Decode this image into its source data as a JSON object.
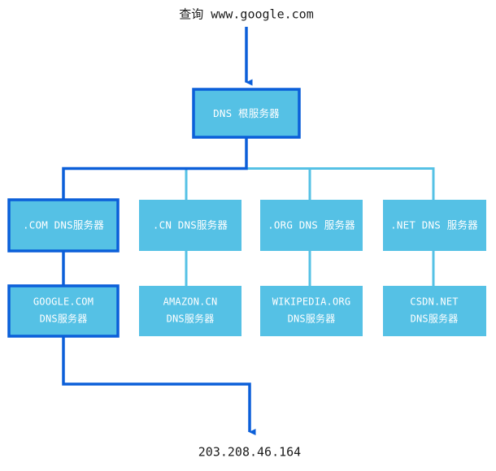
{
  "diagram": {
    "title_text": "查询 www.google.com",
    "result_text": "203.208.46.164",
    "colors": {
      "node_fill": "#55C1E5",
      "highlight_stroke": "#0B5FD9",
      "edge_normal": "#55C1E5",
      "edge_highlight": "#0B5FD9",
      "label_text": "#FFFFFF",
      "caption_text": "#1A1A1A",
      "background": "#FFFFFF"
    },
    "root": {
      "label": "DNS 根服务器",
      "highlighted": true
    },
    "tld_nodes": [
      {
        "label": ".COM DNS服务器",
        "highlighted": true
      },
      {
        "label": ".CN DNS服务器",
        "highlighted": false
      },
      {
        "label": ".ORG DNS 服务器",
        "highlighted": false
      },
      {
        "label": ".NET DNS 服务器",
        "highlighted": false
      }
    ],
    "authoritative_nodes": [
      {
        "line1": "GOOGLE.COM",
        "line2": "DNS服务器",
        "highlighted": true
      },
      {
        "line1": "AMAZON.CN",
        "line2": "DNS服务器",
        "highlighted": false
      },
      {
        "line1": "WIKIPEDIA.ORG",
        "line2": "DNS服务器",
        "highlighted": false
      },
      {
        "line1": "CSDN.NET",
        "line2": "DNS服务器",
        "highlighted": false
      }
    ]
  }
}
